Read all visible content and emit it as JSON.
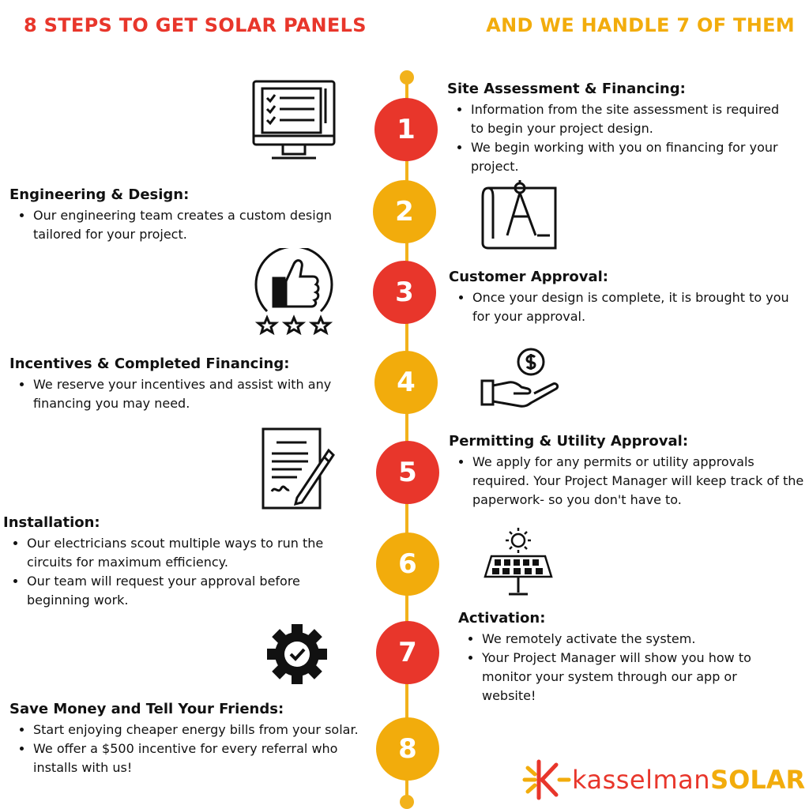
{
  "header": {
    "left": "8 STEPS TO GET SOLAR PANELS",
    "right": "AND WE HANDLE 7 OF THEM"
  },
  "colors": {
    "red": "#e8362b",
    "yellow": "#f2ac0c"
  },
  "steps": [
    {
      "number": "1",
      "title": "Site Assessment & Financing:",
      "bullets": [
        "Information from the site assessment is required to begin your project design.",
        "We begin working with you on financing for your project."
      ],
      "icon": "computer-checklist-icon"
    },
    {
      "number": "2",
      "title": "Engineering & Design:",
      "bullets": [
        "Our engineering team creates a custom design tailored for your project."
      ],
      "icon": "blueprint-compass-icon"
    },
    {
      "number": "3",
      "title": "Customer Approval:",
      "bullets": [
        "Once your design is complete, it is brought to you for your approval."
      ],
      "icon": "thumbs-up-stars-icon"
    },
    {
      "number": "4",
      "title": "Incentives & Completed Financing:",
      "bullets": [
        "We reserve your incentives and assist with any financing you may need."
      ],
      "icon": "hand-coin-icon"
    },
    {
      "number": "5",
      "title": "Permitting & Utility Approval:",
      "bullets": [
        "We apply for any permits or utility approvals required. Your Project Manager will keep track of the paperwork- so you don't have to."
      ],
      "icon": "document-pen-icon"
    },
    {
      "number": "6",
      "title": "Installation:",
      "bullets": [
        "Our electricians scout multiple ways to run the circuits for maximum efficiency.",
        "Our team will request your approval before beginning work."
      ],
      "icon": "solar-panel-sun-icon"
    },
    {
      "number": "7",
      "title": "Activation:",
      "bullets": [
        "We remotely activate the system.",
        "Your Project Manager will show you how to monitor your system through our app or website!"
      ],
      "icon": "gear-check-icon"
    },
    {
      "number": "8",
      "title": "Save Money and Tell Your Friends:",
      "bullets": [
        "Start enjoying cheaper energy bills from your solar.",
        "We offer a $500 incentive for every referral who installs with us!"
      ],
      "icon": ""
    }
  ],
  "logo": {
    "part1": "kasselman",
    "part2": "SOLAR",
    "icon": "sun-burst-logo-icon"
  }
}
